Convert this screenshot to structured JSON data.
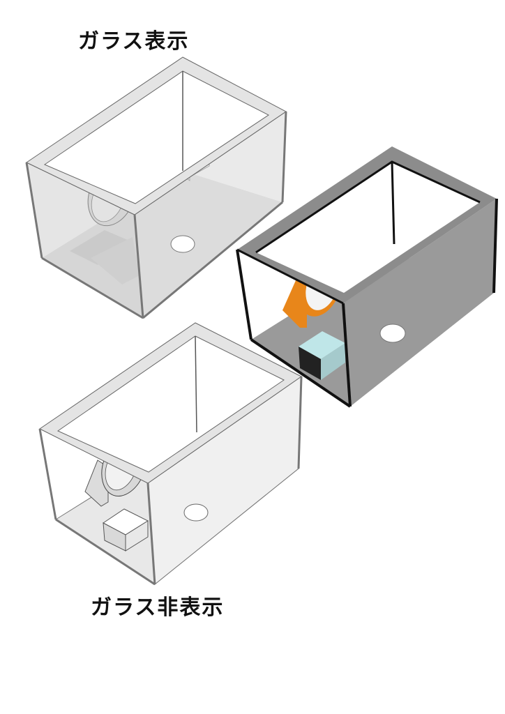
{
  "labels": {
    "glass_visible": "ガラス表示",
    "glass_hidden": "ガラス非表示"
  },
  "figures": [
    {
      "id": "cage-glass-visible",
      "style": "monochrome-glass",
      "position": "top-left"
    },
    {
      "id": "cage-color-render",
      "style": "color",
      "position": "right"
    },
    {
      "id": "cage-glass-hidden",
      "style": "monochrome-no-glass",
      "position": "bottom-left"
    }
  ],
  "components": [
    "frame",
    "running-wheel",
    "hideout-box",
    "water-dish",
    "side-hole"
  ],
  "colors": {
    "frame_light": "#e6e6e6",
    "frame_dark": "#8c8c8c",
    "glass_gray": "#9a9a9a",
    "wheel_orange": "#e8861a",
    "box_cream": "#efe3c4",
    "dish_cyan": "#bfe6e8",
    "outline": "#111111"
  }
}
